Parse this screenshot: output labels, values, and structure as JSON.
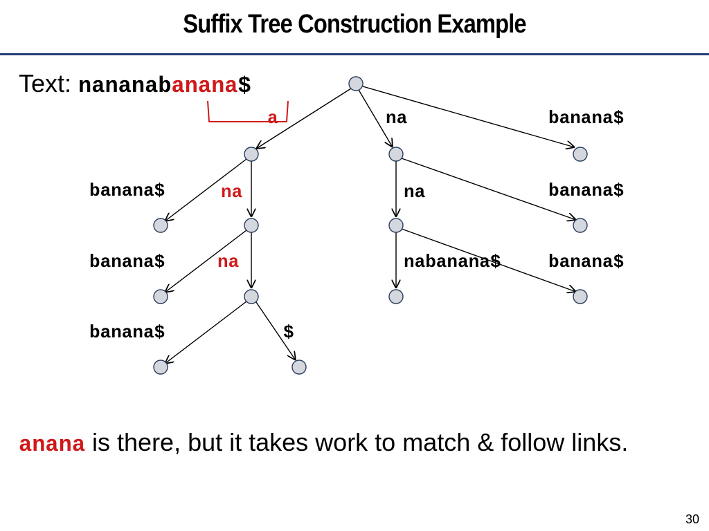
{
  "title": "Suffix Tree Construction Example",
  "text_line": {
    "label": "Text:",
    "prefix": "nananab",
    "highlight": "anana",
    "suffix": "$"
  },
  "bracket_label": "a",
  "edge_labels": {
    "root_na": "na",
    "root_banana": "banana$",
    "a_banana": "banana$",
    "a_na": "na",
    "na_na": "na",
    "na_banana": "banana$",
    "ana_banana": "banana$",
    "ana_na": "na",
    "nana_nabanana": "nabanana$",
    "nana_banana": "banana$",
    "anana_banana": "banana$",
    "anana_dollar": "$"
  },
  "bottom_text": {
    "highlight": "anana",
    "rest": " is there, but it takes work to match & follow links."
  },
  "slide_number": "30",
  "colors": {
    "accent_red": "#d01a1a",
    "rule": "#1f3b73",
    "node_fill": "#d4d8de",
    "node_stroke": "#2a3c5c"
  }
}
